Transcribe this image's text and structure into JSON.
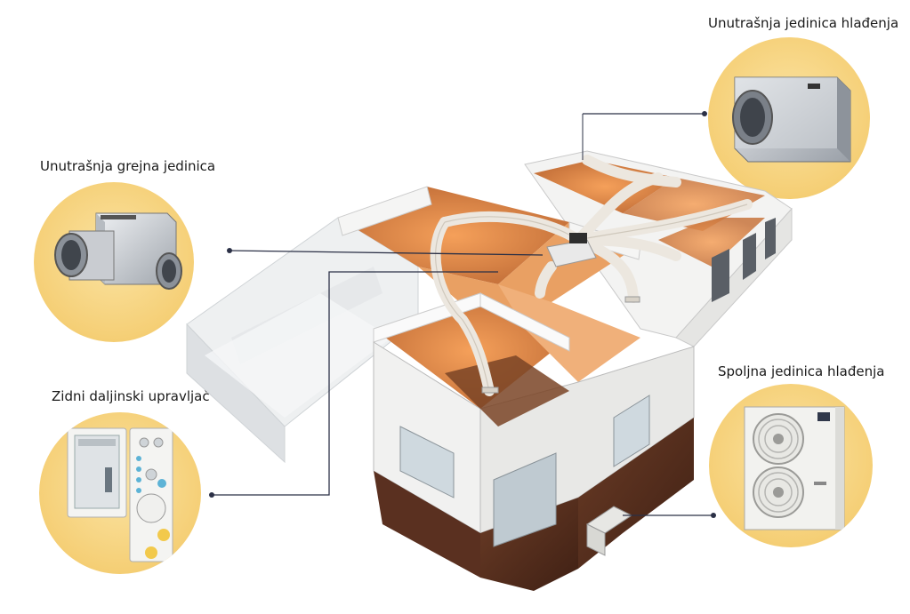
{
  "labels": {
    "indoor_cooling": "Unutrašnja jedinica hlađenja",
    "indoor_heating": "Unutrašnja grejna jedinica",
    "wall_remote": "Zidni daljinski upravljač",
    "outdoor_cooling": "Spoljna jedinica hlađenja"
  },
  "icons": {
    "indoor_cooling": "duct-fan-unit-icon",
    "indoor_heating": "duct-heater-unit-icon",
    "wall_remote": "wall-thermostat-icon",
    "outdoor_cooling": "outdoor-condenser-icon"
  },
  "colors": {
    "circle": "#f5cf76",
    "leader_line": "#2b3046",
    "warm_glow": "#f08a3a"
  }
}
